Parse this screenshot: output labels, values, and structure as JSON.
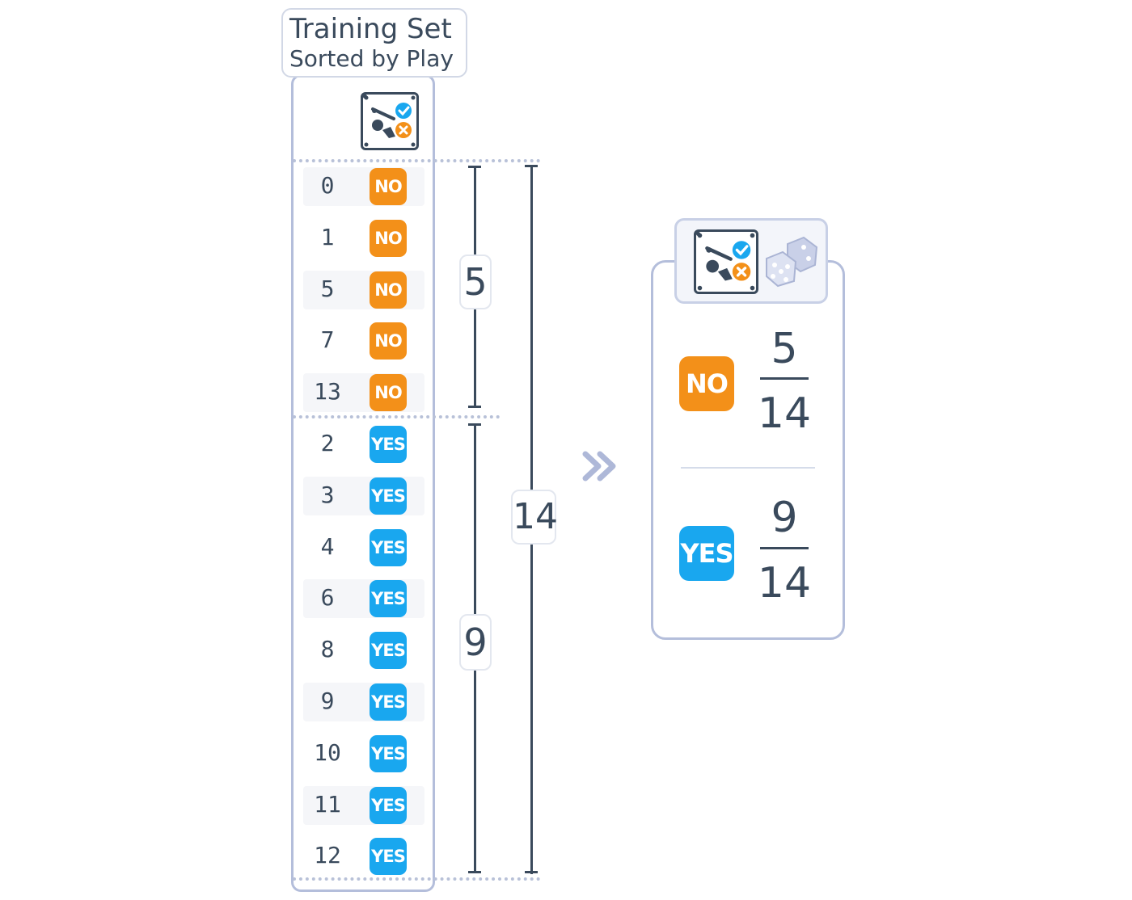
{
  "title": {
    "line1": "Training Set",
    "line2": "Sorted by Play"
  },
  "icons": {
    "target": "golf-play-target-icon",
    "dice": "dice-icon",
    "arrow": "double-chevron-right-icon"
  },
  "colors": {
    "no": "#f39019",
    "yes": "#19a7ef",
    "text": "#3a4a5c",
    "border": "#b4bedb"
  },
  "rows": [
    {
      "index": "0",
      "label": "NO"
    },
    {
      "index": "1",
      "label": "NO"
    },
    {
      "index": "5",
      "label": "NO"
    },
    {
      "index": "7",
      "label": "NO"
    },
    {
      "index": "13",
      "label": "NO"
    },
    {
      "index": "2",
      "label": "YES"
    },
    {
      "index": "3",
      "label": "YES"
    },
    {
      "index": "4",
      "label": "YES"
    },
    {
      "index": "6",
      "label": "YES"
    },
    {
      "index": "8",
      "label": "YES"
    },
    {
      "index": "9",
      "label": "YES"
    },
    {
      "index": "10",
      "label": "YES"
    },
    {
      "index": "11",
      "label": "YES"
    },
    {
      "index": "12",
      "label": "YES"
    }
  ],
  "counts": {
    "no": "5",
    "yes": "9",
    "total": "14"
  },
  "probabilities": [
    {
      "label": "NO",
      "numerator": "5",
      "denominator": "14"
    },
    {
      "label": "YES",
      "numerator": "9",
      "denominator": "14"
    }
  ]
}
